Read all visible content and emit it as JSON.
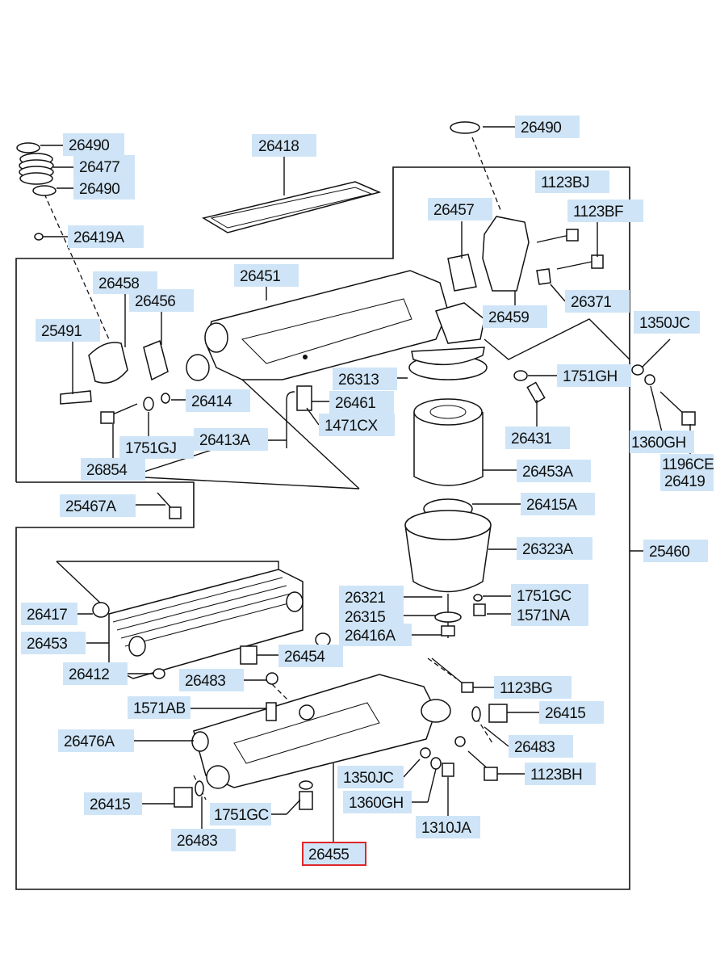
{
  "diagram": {
    "highlighted_part": "26455",
    "labels": {
      "l26490a": "26490",
      "l26477": "26477",
      "l26490b": "26490",
      "l26419A": "26419A",
      "l26418": "26418",
      "l26490c": "26490",
      "l1123BJ": "1123BJ",
      "l26457": "26457",
      "l1123BF": "1123BF",
      "l26451": "26451",
      "l26458": "26458",
      "l26456": "26456",
      "l26371": "26371",
      "l26459": "26459",
      "l25491": "25491",
      "l1350JCa": "1350JC",
      "l26313": "26313",
      "l1751GH": "1751GH",
      "l26414": "26414",
      "l26461": "26461",
      "l1471CX": "1471CX",
      "l1751GJ": "1751GJ",
      "l26413A": "26413A",
      "l26431": "26431",
      "l1360GHa": "1360GH",
      "l1196CE": "1196CE",
      "l26419": "26419",
      "l26854": "26854",
      "l26453A": "26453A",
      "l25467A": "25467A",
      "l26415A": "26415A",
      "l26323A": "26323A",
      "l25460": "25460",
      "l26321": "26321",
      "l1751GC": "1751GC",
      "l26315": "26315",
      "l1571NA": "1571NA",
      "l26417": "26417",
      "l26416A": "26416A",
      "l26453": "26453",
      "l26454": "26454",
      "l26412": "26412",
      "l26483a": "26483",
      "l1123BG": "1123BG",
      "l1571AB": "1571AB",
      "l26415a": "26415",
      "l26476A": "26476A",
      "l26483b": "26483",
      "l1350JCb": "1350JC",
      "l1123BH": "1123BH",
      "l26415b": "26415",
      "l1360GHb": "1360GH",
      "l1751GCb": "1751GC",
      "l1310JA": "1310JA",
      "l26483c": "26483",
      "l26455": "26455"
    }
  }
}
